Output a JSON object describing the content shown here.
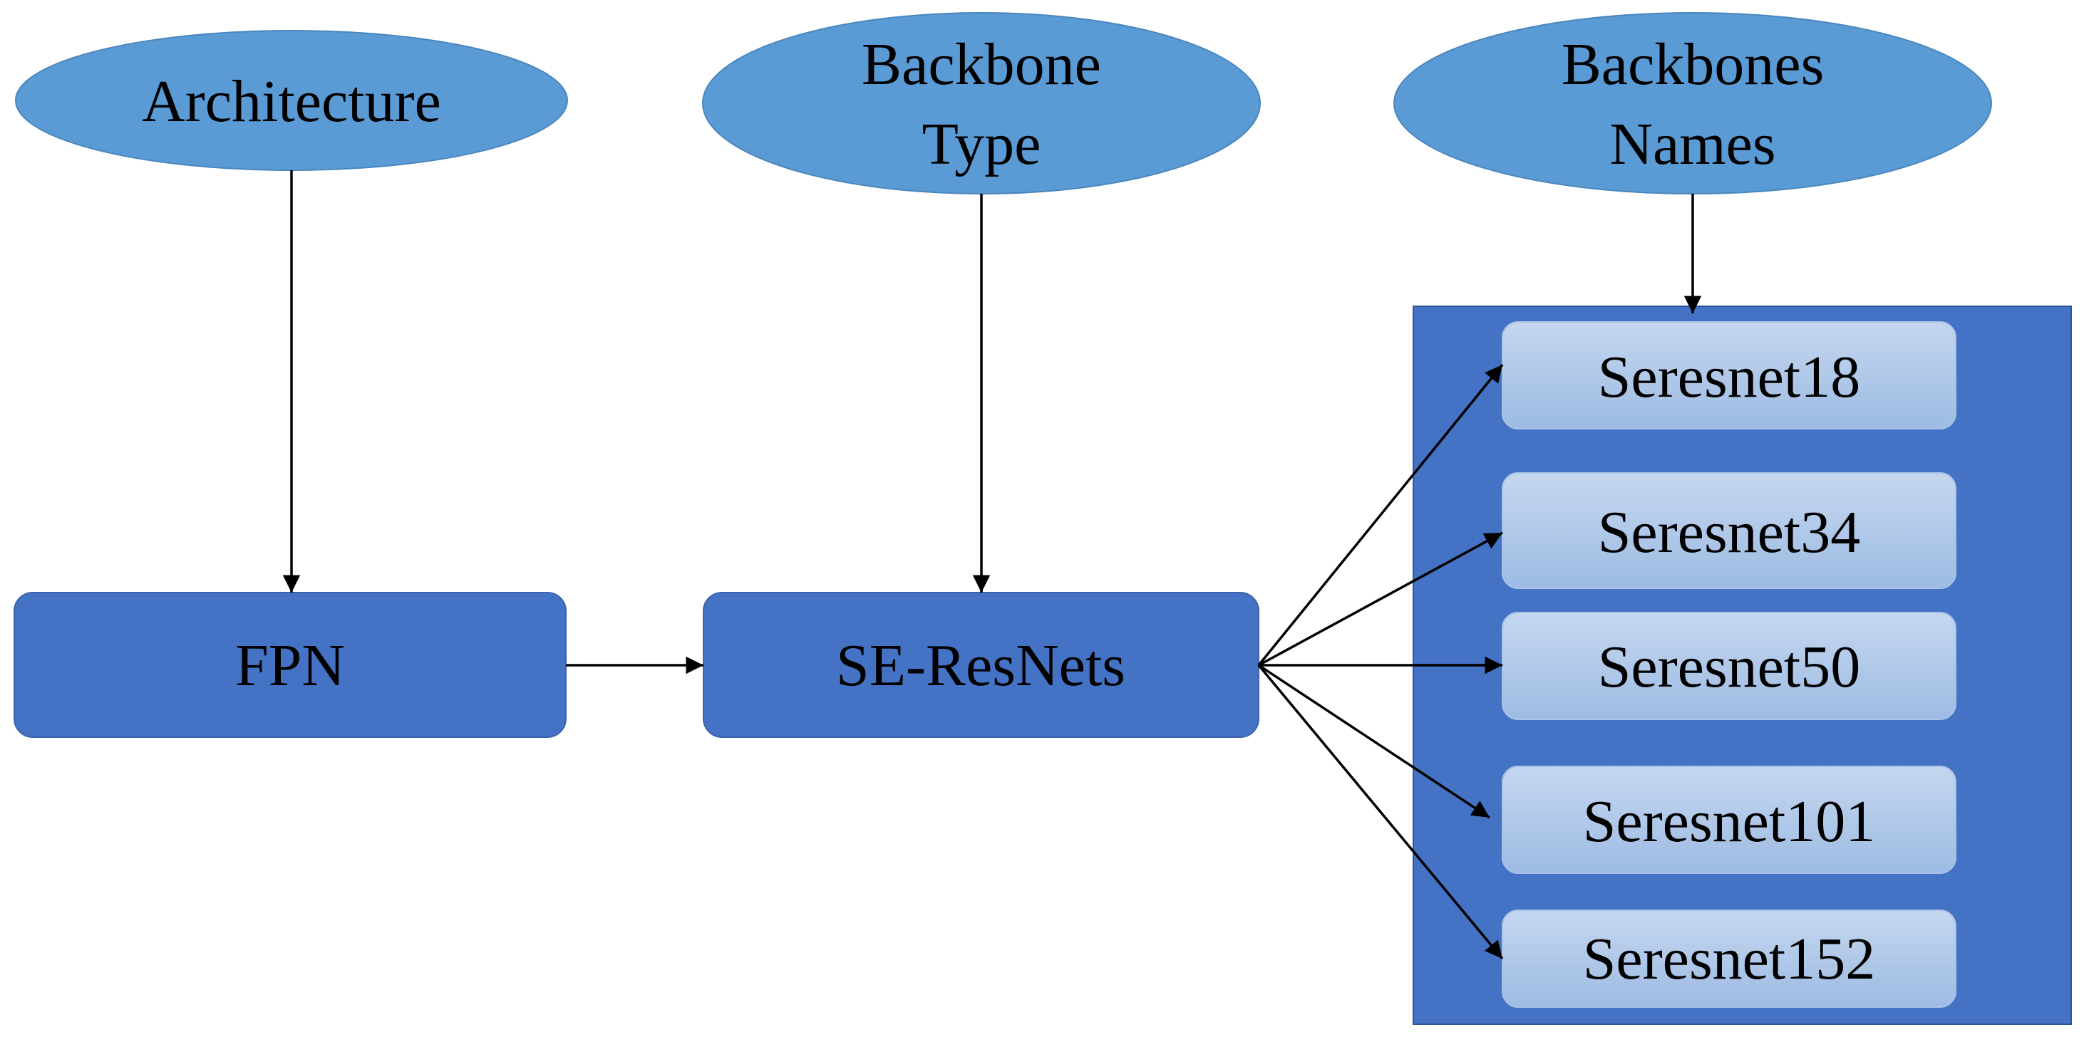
{
  "nodes": {
    "architecture": {
      "lines": [
        "Architecture"
      ]
    },
    "backbone_type": {
      "lines": [
        "Backbone",
        "Type"
      ]
    },
    "backbones_names": {
      "lines": [
        "Backbones",
        "Names"
      ]
    },
    "fpn": {
      "label": "FPN"
    },
    "se_resnets": {
      "label": "SE-ResNets"
    }
  },
  "backbone_list": [
    "Seresnet18",
    "Seresnet34",
    "Seresnet50",
    "Seresnet101",
    "Seresnet152"
  ],
  "edges": [
    {
      "from": "architecture",
      "to": "fpn"
    },
    {
      "from": "backbone_type",
      "to": "se_resnets"
    },
    {
      "from": "backbones_names",
      "to": "backbone_list"
    },
    {
      "from": "fpn",
      "to": "se_resnets"
    },
    {
      "from": "se_resnets",
      "to": "Seresnet18"
    },
    {
      "from": "se_resnets",
      "to": "Seresnet34"
    },
    {
      "from": "se_resnets",
      "to": "Seresnet50"
    },
    {
      "from": "se_resnets",
      "to": "Seresnet101"
    },
    {
      "from": "se_resnets",
      "to": "Seresnet152"
    }
  ],
  "colors": {
    "ellipse_fill": "#5b9bd5",
    "box_fill": "#4472c4",
    "panel_fill": "#4472c4",
    "item_fill_top": "#c5d7ef",
    "item_fill_bottom": "#9dbbe3",
    "edge": "#000000"
  }
}
